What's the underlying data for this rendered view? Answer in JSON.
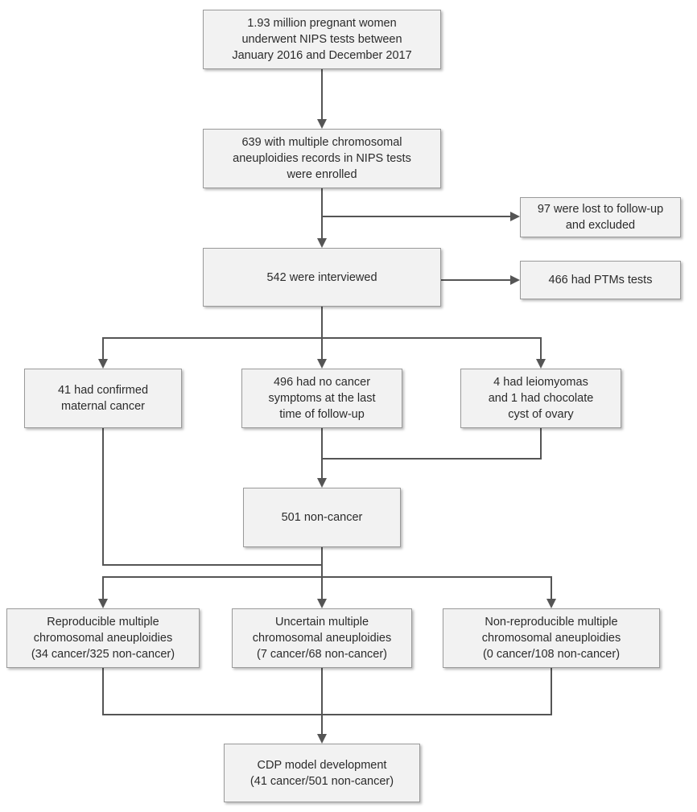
{
  "flowchart": {
    "nodes": {
      "screened": {
        "label": "1.93 million pregnant women\nunderwent NIPS tests between\nJanuary 2016 and December 2017"
      },
      "enrolled": {
        "label": "639 with multiple chromosomal\naneuploidies records in NIPS tests\nwere enrolled"
      },
      "lost": {
        "label": "97 were lost to follow-up\nand excluded"
      },
      "interviewed": {
        "label": "542 were interviewed"
      },
      "ptms": {
        "label": "466 had PTMs tests"
      },
      "cancer": {
        "label": "41 had confirmed\nmaternal cancer"
      },
      "no_cancer": {
        "label": "496 had no cancer\nsymptoms at the last\ntime of follow-up"
      },
      "benign": {
        "label": "4 had leiomyomas\nand 1 had chocolate\ncyst of ovary"
      },
      "non_cancer": {
        "label": "501 non-cancer"
      },
      "reproducible": {
        "label": "Reproducible multiple\nchromosomal aneuploidies\n(34 cancer/325 non-cancer)"
      },
      "uncertain": {
        "label": "Uncertain multiple\nchromosomal aneuploidies\n(7 cancer/68 non-cancer)"
      },
      "non_reproducible": {
        "label": "Non-reproducible multiple\nchromosomal aneuploidies\n(0 cancer/108 non-cancer)"
      },
      "model": {
        "label": "CDP model development\n(41 cancer/501 non-cancer)"
      }
    },
    "edges": [
      {
        "from": "screened",
        "to": "enrolled"
      },
      {
        "from": "enrolled",
        "to": "lost"
      },
      {
        "from": "enrolled",
        "to": "interviewed"
      },
      {
        "from": "interviewed",
        "to": "ptms"
      },
      {
        "from": "interviewed",
        "to": "cancer"
      },
      {
        "from": "interviewed",
        "to": "no_cancer"
      },
      {
        "from": "interviewed",
        "to": "benign"
      },
      {
        "from": "no_cancer",
        "to": "non_cancer"
      },
      {
        "from": "benign",
        "to": "non_cancer"
      },
      {
        "from": "cancer",
        "to": "reproducible"
      },
      {
        "from": "cancer",
        "to": "uncertain"
      },
      {
        "from": "cancer",
        "to": "non_reproducible"
      },
      {
        "from": "non_cancer",
        "to": "reproducible"
      },
      {
        "from": "non_cancer",
        "to": "uncertain"
      },
      {
        "from": "non_cancer",
        "to": "non_reproducible"
      },
      {
        "from": "reproducible",
        "to": "model"
      },
      {
        "from": "uncertain",
        "to": "model"
      },
      {
        "from": "non_reproducible",
        "to": "model"
      }
    ]
  }
}
